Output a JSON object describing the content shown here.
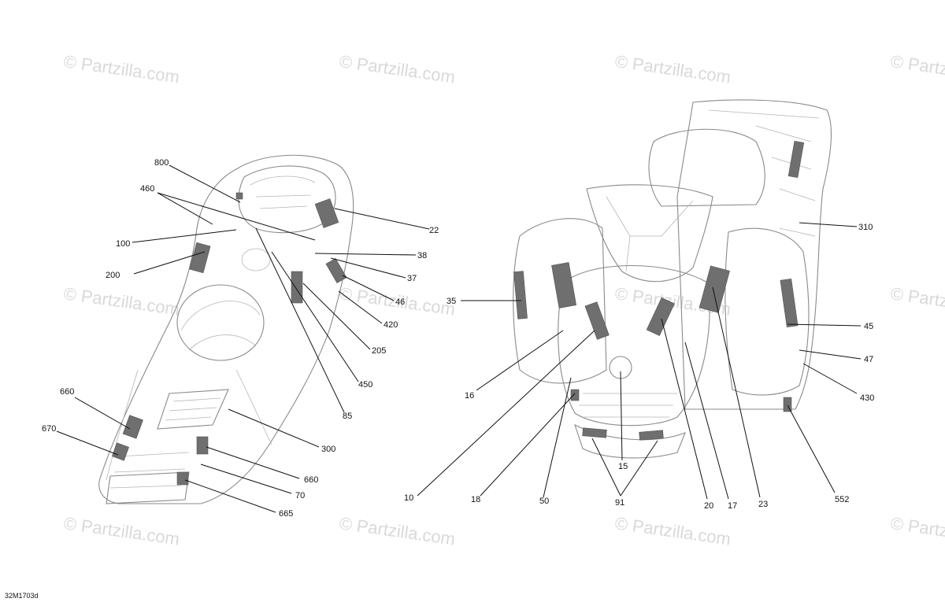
{
  "watermark": "© Partzilla.com",
  "figure_code": "32M1703d",
  "callouts": [
    {
      "id": "800",
      "label": "800"
    },
    {
      "id": "460",
      "label": "460"
    },
    {
      "id": "100",
      "label": "100"
    },
    {
      "id": "200",
      "label": "200"
    },
    {
      "id": "22",
      "label": "22"
    },
    {
      "id": "38",
      "label": "38"
    },
    {
      "id": "37",
      "label": "37"
    },
    {
      "id": "46",
      "label": "46"
    },
    {
      "id": "420",
      "label": "420"
    },
    {
      "id": "205",
      "label": "205"
    },
    {
      "id": "450",
      "label": "450"
    },
    {
      "id": "85",
      "label": "85"
    },
    {
      "id": "300",
      "label": "300"
    },
    {
      "id": "660a",
      "label": "660"
    },
    {
      "id": "670",
      "label": "670"
    },
    {
      "id": "660b",
      "label": "660"
    },
    {
      "id": "70",
      "label": "70"
    },
    {
      "id": "665",
      "label": "665"
    },
    {
      "id": "310",
      "label": "310"
    },
    {
      "id": "35",
      "label": "35"
    },
    {
      "id": "45",
      "label": "45"
    },
    {
      "id": "47",
      "label": "47"
    },
    {
      "id": "430",
      "label": "430"
    },
    {
      "id": "16",
      "label": "16"
    },
    {
      "id": "10",
      "label": "10"
    },
    {
      "id": "18",
      "label": "18"
    },
    {
      "id": "50",
      "label": "50"
    },
    {
      "id": "15",
      "label": "15"
    },
    {
      "id": "91",
      "label": "91"
    },
    {
      "id": "20",
      "label": "20"
    },
    {
      "id": "17",
      "label": "17"
    },
    {
      "id": "23",
      "label": "23"
    },
    {
      "id": "552",
      "label": "552"
    }
  ]
}
